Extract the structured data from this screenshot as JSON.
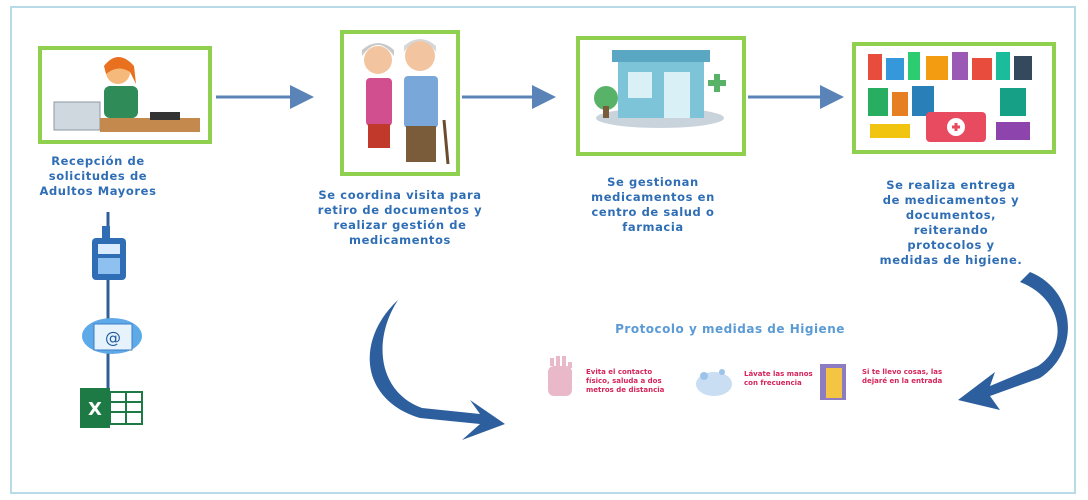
{
  "steps": [
    {
      "text": "Recepción de solicitudes de Adultos Mayores"
    },
    {
      "text": "Se coordina visita para retiro de documentos y realizar gestión de medicamentos"
    },
    {
      "text": "Se gestionan medicamentos en centro de salud o farmacia"
    },
    {
      "text": "Se realiza entrega de medicamentos y documentos, reiterando protocolos y medidas de higiene."
    }
  ],
  "channels": [
    {
      "icon": "telephone-icon"
    },
    {
      "icon": "email-icon"
    },
    {
      "icon": "excel-icon"
    }
  ],
  "protocol": {
    "title": "Protocolo y medidas de Higiene",
    "items": [
      {
        "icon": "hand-stop-icon",
        "text": "Evita el contacto físico, saluda a dos metros de distancia"
      },
      {
        "icon": "handwashing-icon",
        "text": "Lávate las manos con frecuencia"
      },
      {
        "icon": "door-icon",
        "text": "Si te llevo cosas, las dejaré en la entrada"
      }
    ]
  },
  "colors": {
    "box_border": "#8fd14f",
    "arrow": "#5a84b8",
    "step_text": "#2f6eb5",
    "protocol_title": "#5b9bd5",
    "protocol_text": "#d6245a",
    "curved_arrow": "#2d5f9e"
  }
}
